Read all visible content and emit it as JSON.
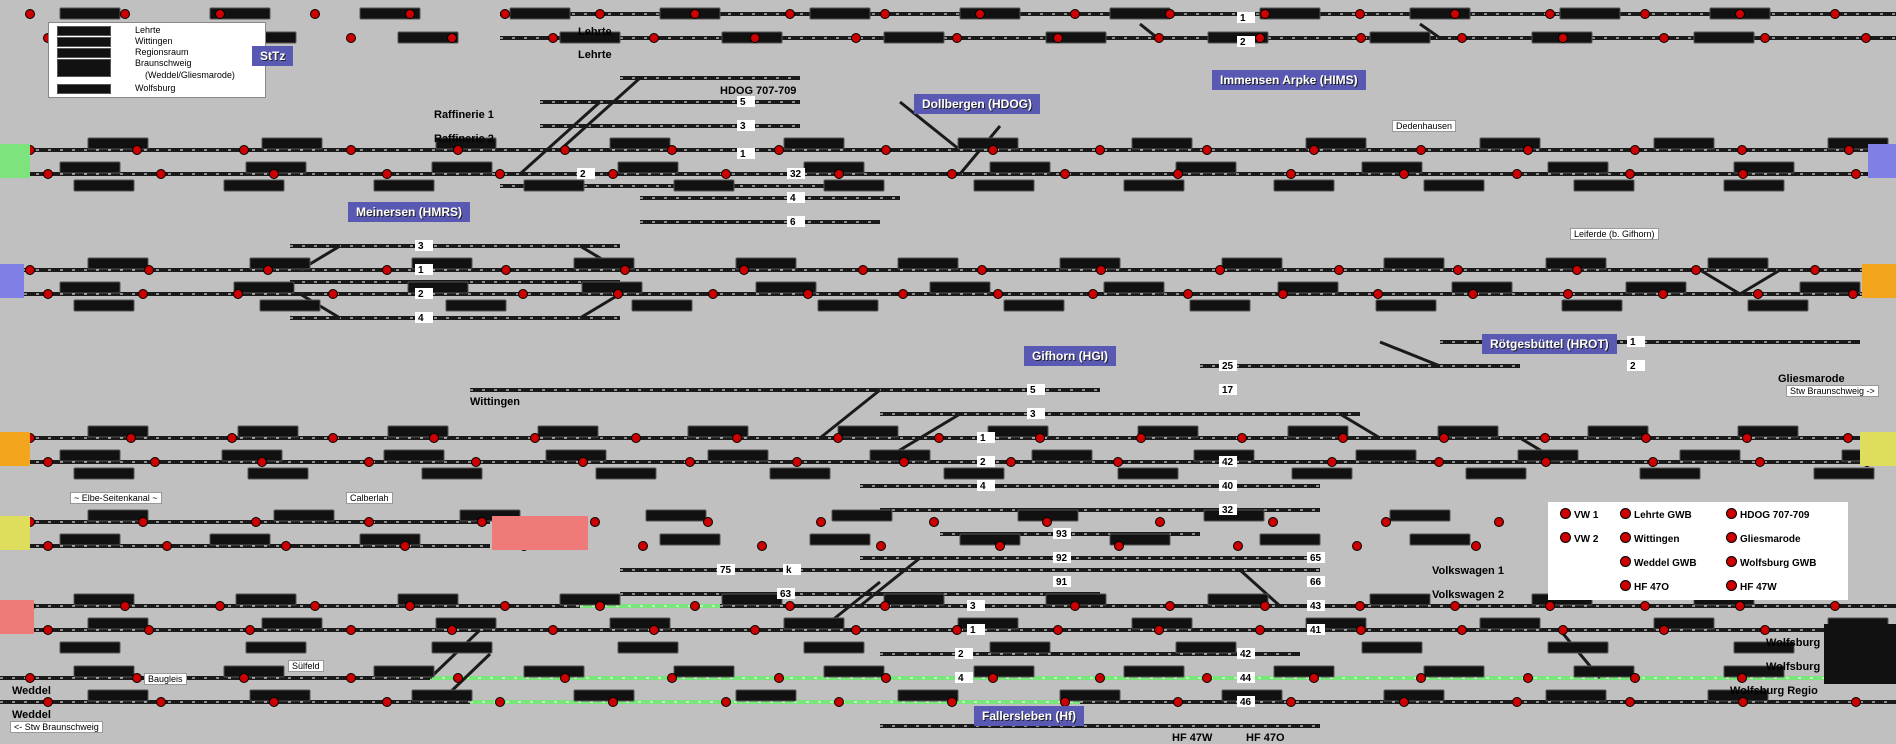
{
  "colors": {
    "background": "#c0c0c0",
    "tag": "#5959b3",
    "track": "#1a1a1a",
    "free_route": "#79e67a",
    "signal_red": "#cc0000",
    "edge_green": "#7de37d",
    "edge_blue": "#7f7fe6",
    "edge_orange": "#f2a51d",
    "edge_yellow": "#dede5c",
    "edge_pink": "#ee7a7a"
  },
  "legend": {
    "items": [
      "Lehrte",
      "Wittingen",
      "Regionsraum",
      "Braunschweig",
      "(Weddel/Gliesmarode)",
      "Wolfsburg"
    ]
  },
  "tags": {
    "stw": "StTz",
    "immensen": "Immensen Arpke (HIMS)",
    "dollbergen": "Dollbergen (HDOG)",
    "meinersen": "Meinersen (HMRS)",
    "gifhorn": "Gifhorn (HGI)",
    "roetgesbuettel": "Rötgesbüttel (HROT)",
    "fallersleben": "Fallersleben (Hf)"
  },
  "stations": {
    "lehrte_1": "Lehrte",
    "lehrte_2": "Lehrte",
    "hdog": "HDOG 707-709",
    "raffinerie1": "Raffinerie 1",
    "raffinerie2": "Raffinerie 2",
    "wittingen": "Wittingen",
    "gliesmarode": "Gliesmarode",
    "vw1": "Volkswagen 1",
    "vw2": "Volkswagen 2",
    "weddel_1": "Weddel",
    "weddel_2": "Weddel",
    "wolfsburg_1": "Wolfsburg",
    "wolfsburg_2": "Wolfsburg",
    "wolfsburg_regio": "Wolfsburg Regio",
    "hf47w": "HF 47W",
    "hf47o": "HF 47O"
  },
  "flags": {
    "dedenhausen": "Dedenhausen",
    "leiferde": "Leiferde (b. Gifhorn)",
    "elbe": "~ Elbe-Seitenkanal ~",
    "calberlah": "Calberlah",
    "baugleis": "Baugleis",
    "suelfeld": "Sülfeld",
    "stw_bs_right": "Stw Braunschweig ->",
    "stw_bs_left": "<- Stw Braunschweig"
  },
  "signal_legend": [
    [
      "VW 1",
      "Lehrte GWB",
      "HDOG 707-709"
    ],
    [
      "VW 2",
      "Wittingen",
      "Gliesmarode"
    ],
    [
      "",
      "Weddel GWB",
      "Wolfsburg GWB"
    ],
    [
      "",
      "HF 47O",
      "HF 47W"
    ]
  ],
  "track_numbers": {
    "hims_1": "1",
    "hims_2": "2",
    "hdog_5": "5",
    "hdog_3": "3",
    "hdog_1": "1",
    "hdog_2": "2",
    "hdog_32": "32",
    "hdog_4": "4",
    "hdog_6": "6",
    "hmrs_3": "3",
    "hmrs_1": "1",
    "hmrs_2": "2",
    "hmrs_4": "4",
    "hgi_25": "25",
    "hgi_17": "17",
    "hgi_5": "5",
    "hgi_3": "3",
    "hgi_1": "1",
    "hgi_2": "2",
    "hgi_42": "42",
    "hgi_4": "4",
    "hgi_40": "40",
    "hgi_32": "32",
    "hrot_1": "1",
    "hrot_2": "2",
    "hf_93": "93",
    "hf_92": "92",
    "hf_91": "91",
    "hf_75": "75",
    "hf_k": "k",
    "hf_63": "63",
    "hf_65": "65",
    "hf_66": "66",
    "hf_43": "43",
    "hf_41": "41",
    "hf_3": "3",
    "hf_1": "1",
    "hf_2": "2",
    "hf_42": "42",
    "hf_44": "44",
    "hf_4": "4",
    "hf_46": "46"
  }
}
